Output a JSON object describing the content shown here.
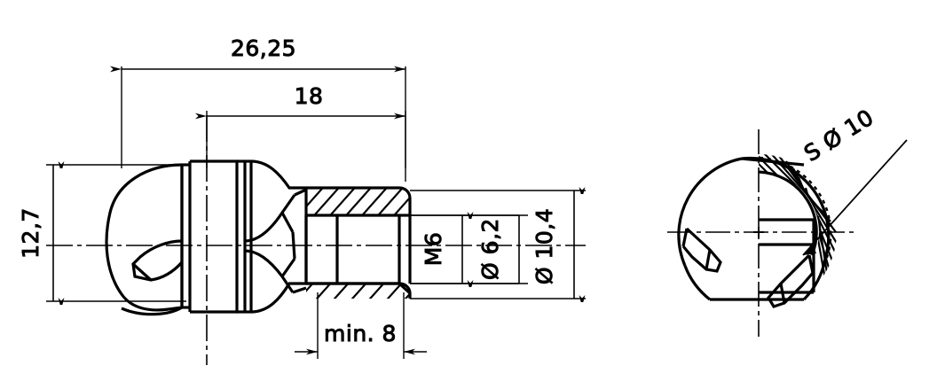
{
  "drawing": {
    "type": "engineering-technical-drawing",
    "subject": "ball stud / angle ball joint pin with threaded bore",
    "background_color": "#ffffff",
    "line_color": "#000000",
    "views": [
      {
        "name": "sectional-side-view",
        "position": "left"
      },
      {
        "name": "end-view",
        "position": "right"
      }
    ]
  },
  "dimensions": {
    "overall_length": "26,25",
    "thread_length": "18",
    "ball_height": "12,7",
    "min_depth": "min. 8",
    "thread_spec": "M6",
    "bore_diameter": "Ø 6,2",
    "outer_diameter": "Ø 10,4",
    "sphere_diameter": "S Ø 10"
  }
}
